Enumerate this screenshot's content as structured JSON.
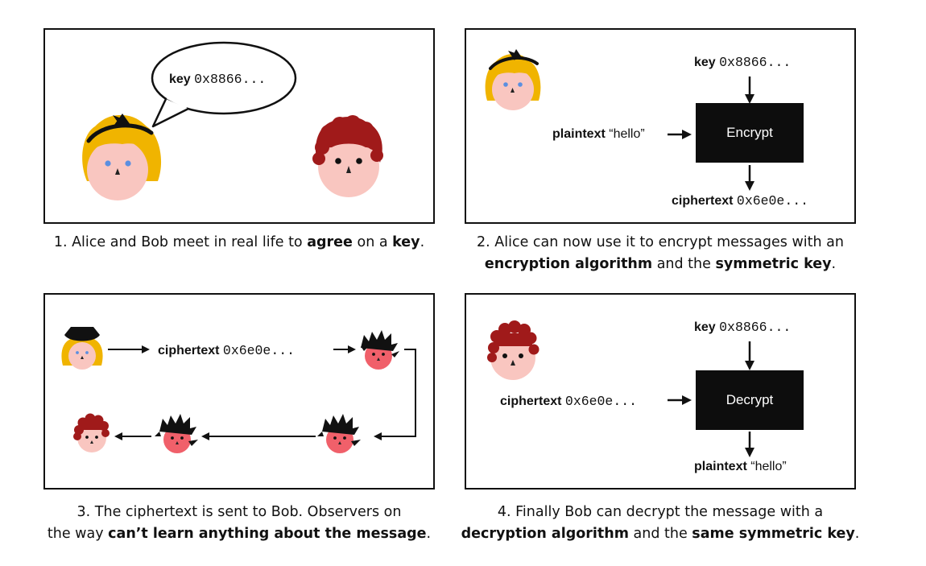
{
  "panel1": {
    "bubble_keyword": "key",
    "bubble_value": "0x8866..."
  },
  "panel2": {
    "key_keyword": "key",
    "key_value": "0x8866...",
    "input_keyword": "plaintext",
    "input_value": "“hello”",
    "box_label": "Encrypt",
    "output_keyword": "ciphertext",
    "output_value": "0x6e0e..."
  },
  "panel3": {
    "msg_keyword": "ciphertext",
    "msg_value": "0x6e0e..."
  },
  "panel4": {
    "key_keyword": "key",
    "key_value": "0x8866...",
    "input_keyword": "ciphertext",
    "input_value": "0x6e0e...",
    "box_label": "Decrypt",
    "output_keyword": "plaintext",
    "output_value": "“hello”"
  },
  "captions": {
    "c1": {
      "a": "1. Alice and Bob meet in real life to ",
      "b": "agree",
      "c": " on a ",
      "d": "key",
      "e": "."
    },
    "c2": {
      "a": "2. Alice can now use it to encrypt messages with an",
      "b": "encryption algorithm",
      "c": " and the ",
      "d": "symmetric key",
      "e": "."
    },
    "c3": {
      "a": "3. The ciphertext is sent to Bob. Observers on",
      "b": "the way ",
      "c": "can’t learn anything about the message",
      "d": "."
    },
    "c4": {
      "a": "4. Finally Bob can decrypt the message with a",
      "b": "decryption algorithm",
      "c": " and the ",
      "d": "same symmetric key",
      "e": "."
    }
  },
  "colors": {
    "alice_hair": "#f0b400",
    "bob_hair": "#a01a1a",
    "skin": "#f9c6c0",
    "observer_face": "#f0606a",
    "box": "#0d0d0d"
  }
}
